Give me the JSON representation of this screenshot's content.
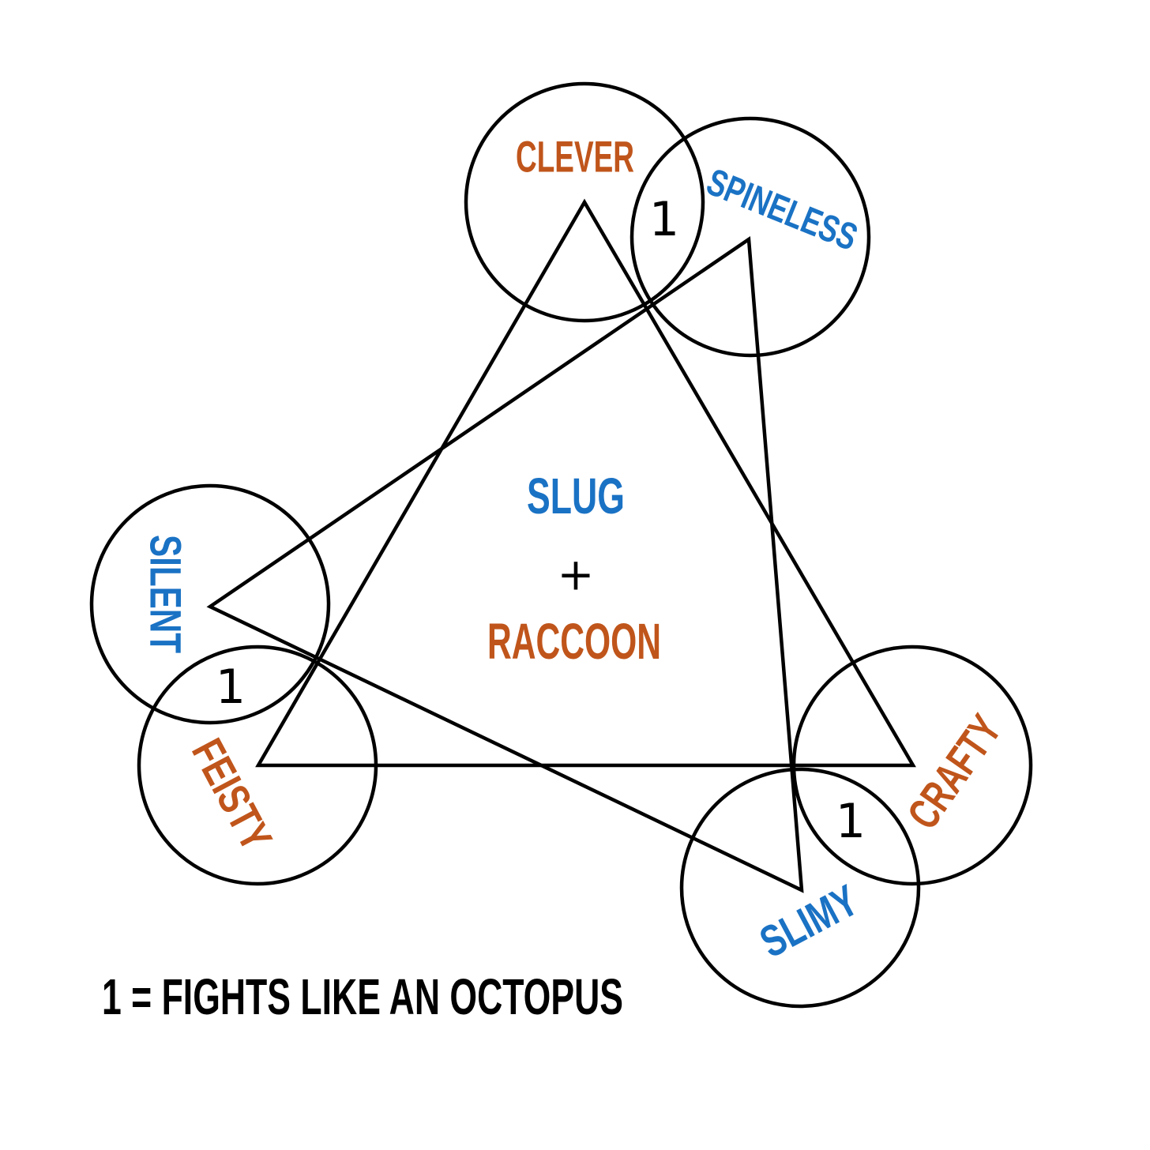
{
  "colors": {
    "blue": "#1a72c4",
    "orange": "#c0551b",
    "black": "#000000"
  },
  "center": {
    "line1": "SLUG",
    "plus": "+",
    "line2": "RACCOON"
  },
  "circles": {
    "clever": "CLEVER",
    "spineless": "SPINELESS",
    "silent": "SILENT",
    "feisty": "FEISTY",
    "slimy": "SLIMY",
    "crafty": "CRAFTY"
  },
  "markers": {
    "top": "1",
    "left": "1",
    "right": "1"
  },
  "legend": {
    "text": "1 = FIGHTS LIKE AN OCTOPUS"
  }
}
